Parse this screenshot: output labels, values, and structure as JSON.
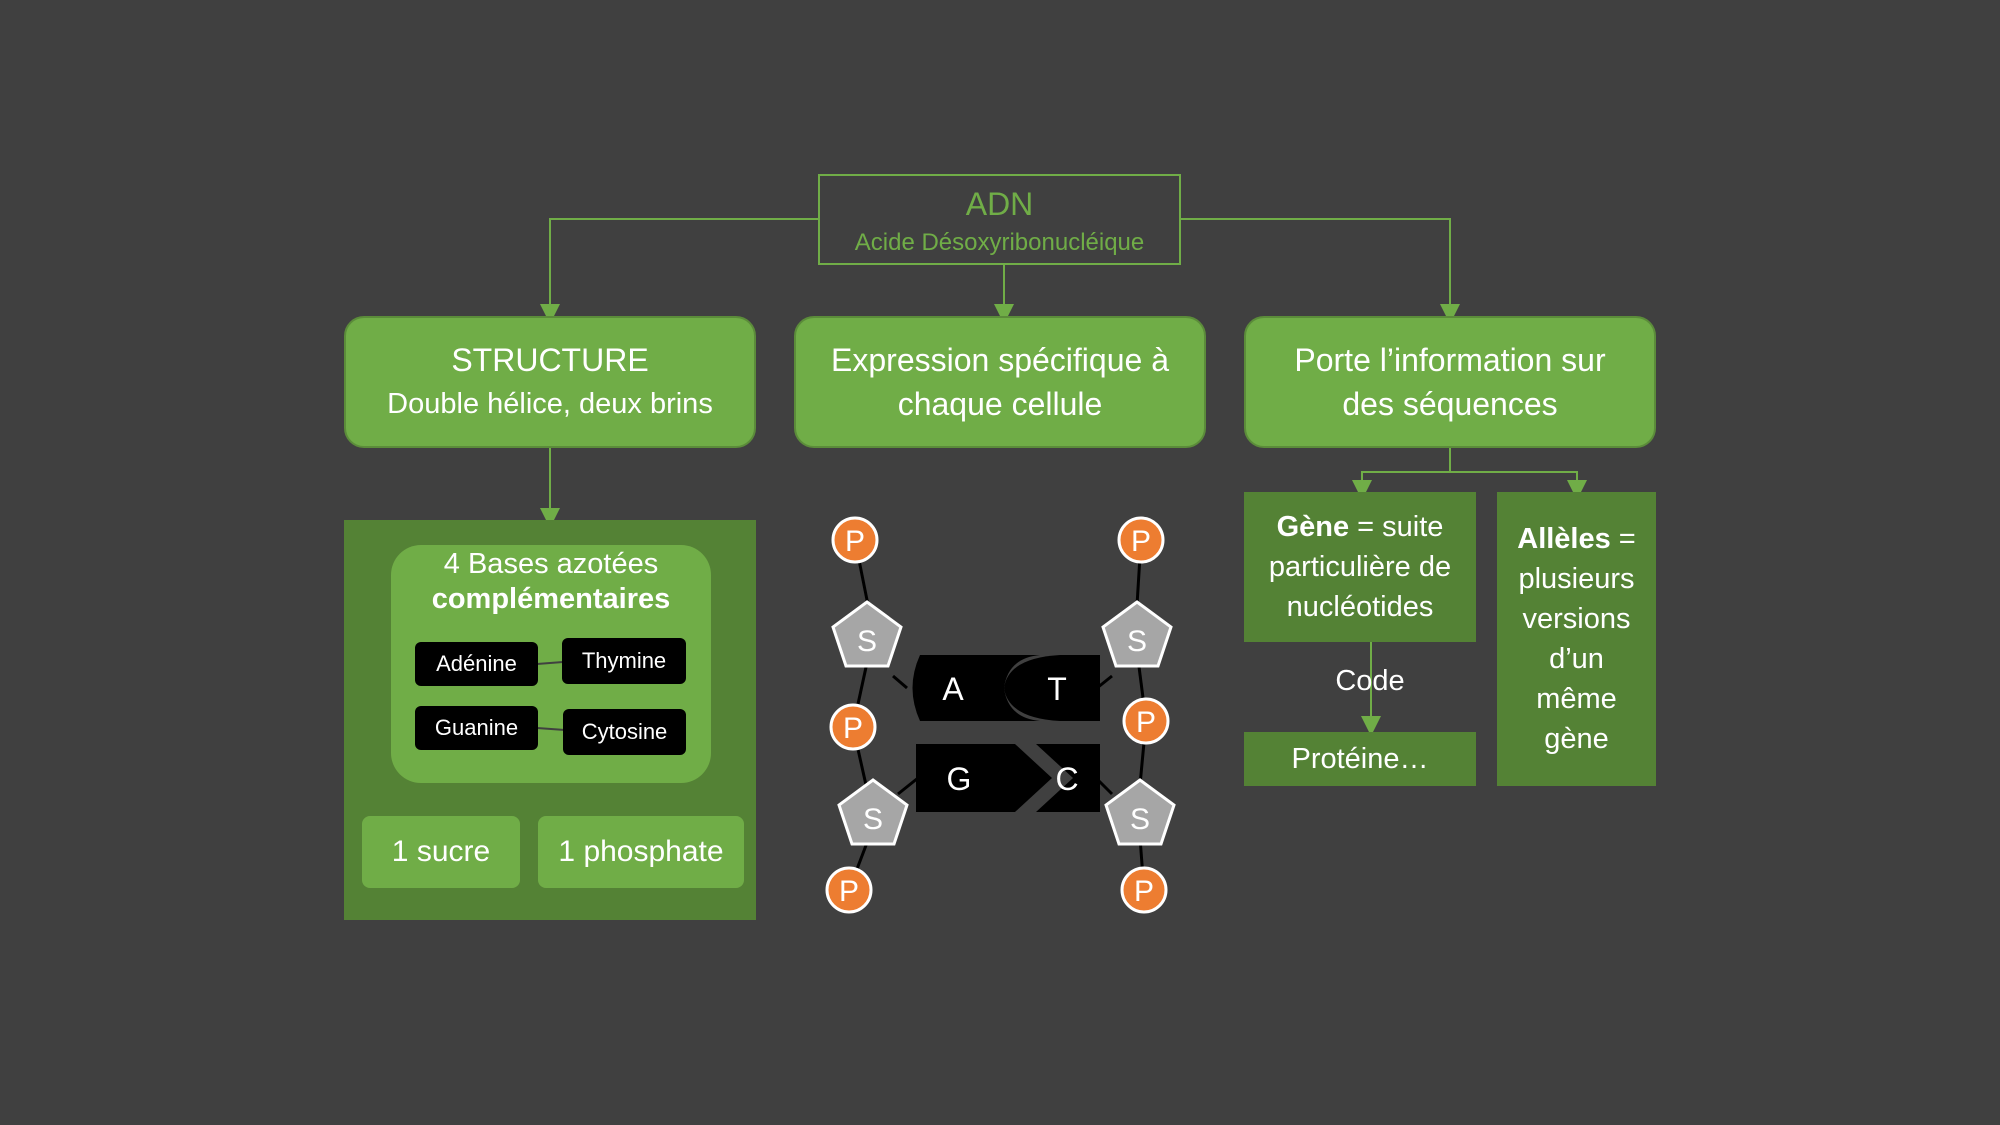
{
  "root": {
    "title": "ADN",
    "subtitle": "Acide Désoxyribonucléique"
  },
  "structure": {
    "title": "STRUCTURE",
    "subtitle": "Double hélice, deux brins"
  },
  "expression": {
    "line1": "Expression spécifique à",
    "line2": "chaque cellule"
  },
  "information": {
    "line1": "Porte l’information sur",
    "line2": "des séquences"
  },
  "bases": {
    "line1": "4 Bases azotées",
    "line2": "complémentaires",
    "adenine": "Adénine",
    "thymine": "Thymine",
    "guanine": "Guanine",
    "cytosine": "Cytosine"
  },
  "components": {
    "sugar": "1 sucre",
    "phosphate": "1 phosphate"
  },
  "molecule": {
    "p": "P",
    "s": "S",
    "a": "A",
    "t": "T",
    "g": "G",
    "c": "C"
  },
  "gene": {
    "bold": "Gène",
    "rest1": " = suite",
    "line2": "particulière de",
    "line3": "nucléotides"
  },
  "code_label": "Code",
  "protein": "Protéine…",
  "alleles": {
    "bold": "Allèles",
    "rest1": " =",
    "line2": "plusieurs",
    "line3": "versions",
    "line4": "d’un",
    "line5": "même",
    "line6": "gène"
  },
  "colors": {
    "background": "#404040",
    "green": "#70ad47",
    "dark_green": "#548235",
    "orange": "#ed7d31",
    "grey": "#a6a6a6"
  }
}
